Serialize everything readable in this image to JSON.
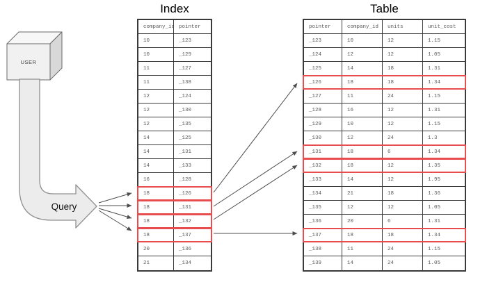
{
  "colors": {
    "highlight": "#e84c4c",
    "table_border": "#3a3a3a",
    "arrow": "#4d4d4d",
    "shape_fill": "#ececec",
    "shape_stroke": "#8f8f8f"
  },
  "diagram": {
    "user_label": "USER",
    "query_label": "Query"
  },
  "index_table": {
    "title": "Index",
    "columns": [
      "company_id",
      "pointer"
    ],
    "rows": [
      [
        "10",
        "_123"
      ],
      [
        "10",
        "_129"
      ],
      [
        "11",
        "_127"
      ],
      [
        "11",
        "_138"
      ],
      [
        "12",
        "_124"
      ],
      [
        "12",
        "_130"
      ],
      [
        "12",
        "_135"
      ],
      [
        "14",
        "_125"
      ],
      [
        "14",
        "_131"
      ],
      [
        "14",
        "_133"
      ],
      [
        "16",
        "_128"
      ],
      [
        "18",
        "_126"
      ],
      [
        "18",
        "_131"
      ],
      [
        "18",
        "_132"
      ],
      [
        "18",
        "_137"
      ],
      [
        "20",
        "_136"
      ],
      [
        "21",
        "_134"
      ]
    ],
    "highlight_rows": [
      11,
      12,
      13,
      14
    ]
  },
  "main_table": {
    "title": "Table",
    "columns": [
      "pointer",
      "company_id",
      "units",
      "unit_cost"
    ],
    "rows": [
      [
        "_123",
        "10",
        "12",
        "1.15"
      ],
      [
        "_124",
        "12",
        "12",
        "1.05"
      ],
      [
        "_125",
        "14",
        "18",
        "1.31"
      ],
      [
        "_126",
        "18",
        "18",
        "1.34"
      ],
      [
        "_127",
        "11",
        "24",
        "1.15"
      ],
      [
        "_128",
        "16",
        "12",
        "1.31"
      ],
      [
        "_129",
        "10",
        "12",
        "1.15"
      ],
      [
        "_130",
        "12",
        "24",
        "1.3"
      ],
      [
        "_131",
        "18",
        "6",
        "1.34"
      ],
      [
        "_132",
        "18",
        "12",
        "1.35"
      ],
      [
        "_133",
        "14",
        "12",
        "1.95"
      ],
      [
        "_134",
        "21",
        "18",
        "1.36"
      ],
      [
        "_135",
        "12",
        "12",
        "1.05"
      ],
      [
        "_136",
        "20",
        "6",
        "1.31"
      ],
      [
        "_137",
        "18",
        "18",
        "1.34"
      ],
      [
        "_138",
        "11",
        "24",
        "1.15"
      ],
      [
        "_139",
        "14",
        "24",
        "1.05"
      ]
    ],
    "highlight_rows": [
      3,
      8,
      9,
      14
    ]
  }
}
